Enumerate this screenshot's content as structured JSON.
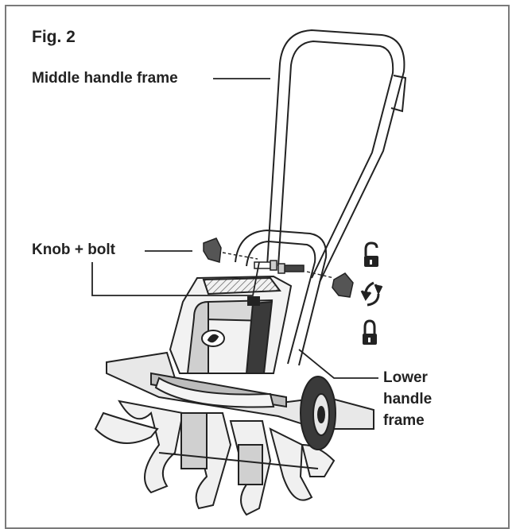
{
  "figure": {
    "title": "Fig. 2"
  },
  "labels": {
    "middle_handle_frame": "Middle handle frame",
    "knob_bolt": "Knob + bolt",
    "lower_handle_frame": [
      "Lower",
      "handle",
      "frame"
    ]
  },
  "icons": {
    "unlock": "unlock-icon",
    "rotate": "rotate-arrows-icon",
    "lock": "lock-icon"
  },
  "colors": {
    "line": "#222222",
    "border": "#7a7a7a",
    "fill_light": "#e6e6e6",
    "fill_mid": "#bdbdbd",
    "fill_dark": "#3a3a3a"
  }
}
